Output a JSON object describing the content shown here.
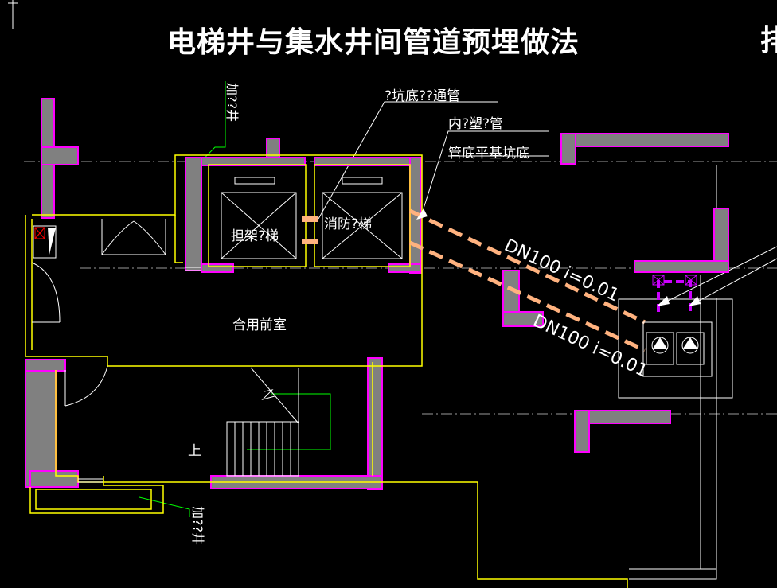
{
  "title": "电梯井与集水井间管道预埋做法",
  "title_cut": "排",
  "labels": {
    "pit_pipe": "?坑底??通管",
    "inner_pipe": "内?塑?管",
    "pipe_bottom": "管底平基坑底",
    "elev_left": "担架?梯",
    "elev_right": "消防?梯",
    "lobby": "合用前室",
    "up": "上",
    "well_top": "加??井",
    "well_bottom": "加??井"
  },
  "pipes": [
    {
      "spec": "DN100",
      "slope": "i=0.01"
    },
    {
      "spec": "DN100",
      "slope": "i=0.01"
    }
  ],
  "colors": {
    "background": "#000000",
    "wall": "#808080",
    "wall_edge": "#ff00ff",
    "outline": "#ffff00",
    "pipe": "#ffb27f",
    "pump": "#cc00ff",
    "leader_green": "#00ff00"
  }
}
